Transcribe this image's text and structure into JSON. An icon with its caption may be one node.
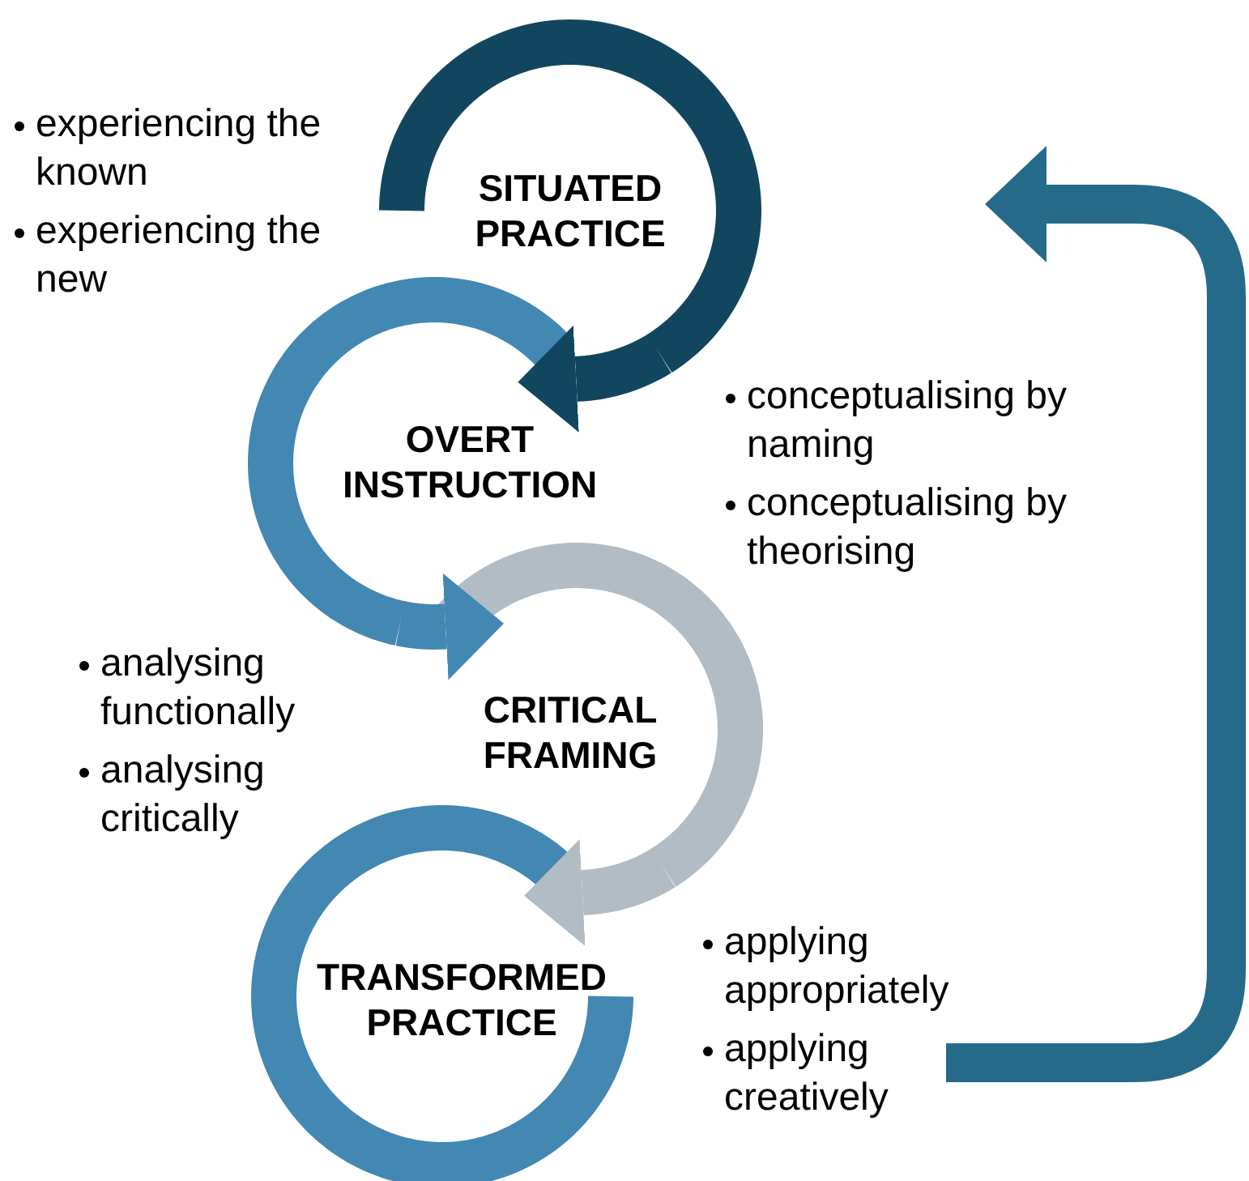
{
  "diagram": {
    "nodes": [
      {
        "text": [
          "SITUATED PRACTICE"
        ]
      },
      {
        "text": [
          "OVERT INSTRUCTION"
        ]
      },
      {
        "text": [
          "CRITICAL FRAMING"
        ]
      },
      {
        "text": [
          "TRANSFORMED PRACTICE"
        ]
      }
    ],
    "edges": [
      {
        "from": 0,
        "to": 1,
        "arrow": "to"
      },
      {
        "from": 1,
        "to": 2,
        "arrow": "to"
      },
      {
        "from": 2,
        "to": 3,
        "arrow": "to",
        "color": "#b2bcc5"
      }
    ],
    "labels": [
      "experiencing the known",
      "experiencing the new",
      "conceptualising by naming",
      "conceptualising by theorising",
      "analysing functionally",
      "analysing critically",
      "applying appropriately",
      "applying creatively"
    ]
  }
}
